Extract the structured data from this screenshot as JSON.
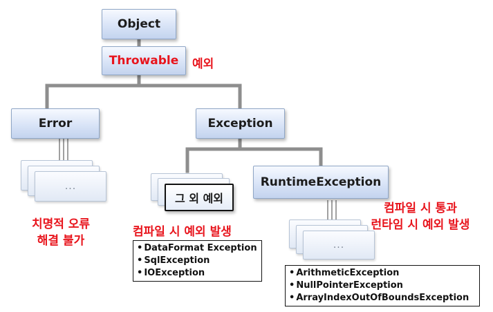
{
  "nodes": {
    "object": "Object",
    "throwable": "Throwable",
    "error": "Error",
    "exception": "Exception",
    "other_exceptions": "그 외 예외",
    "runtime_exception": "RuntimeException",
    "ellipsis": "..."
  },
  "annotations": {
    "throwable_note": "예외",
    "error_note_line1": "치명적 오류",
    "error_note_line2": "해결 불가",
    "checked_note": "컴파일 시 예외 발생",
    "runtime_note_line1": "컴파일 시 통과",
    "runtime_note_line2": "런타임 시 예외 발생"
  },
  "checked_examples": [
    "DataFormat Exception",
    "SqlException",
    "IOException"
  ],
  "runtime_examples": [
    "ArithmeticException",
    "NullPointerException",
    "ArrayIndexOutOfBoundsException"
  ],
  "colors": {
    "annotation": "#e8141c",
    "node_fill_top": "#f6f9ff",
    "node_fill_bottom": "#c3d3ee",
    "connector": "#8e8e8e"
  }
}
